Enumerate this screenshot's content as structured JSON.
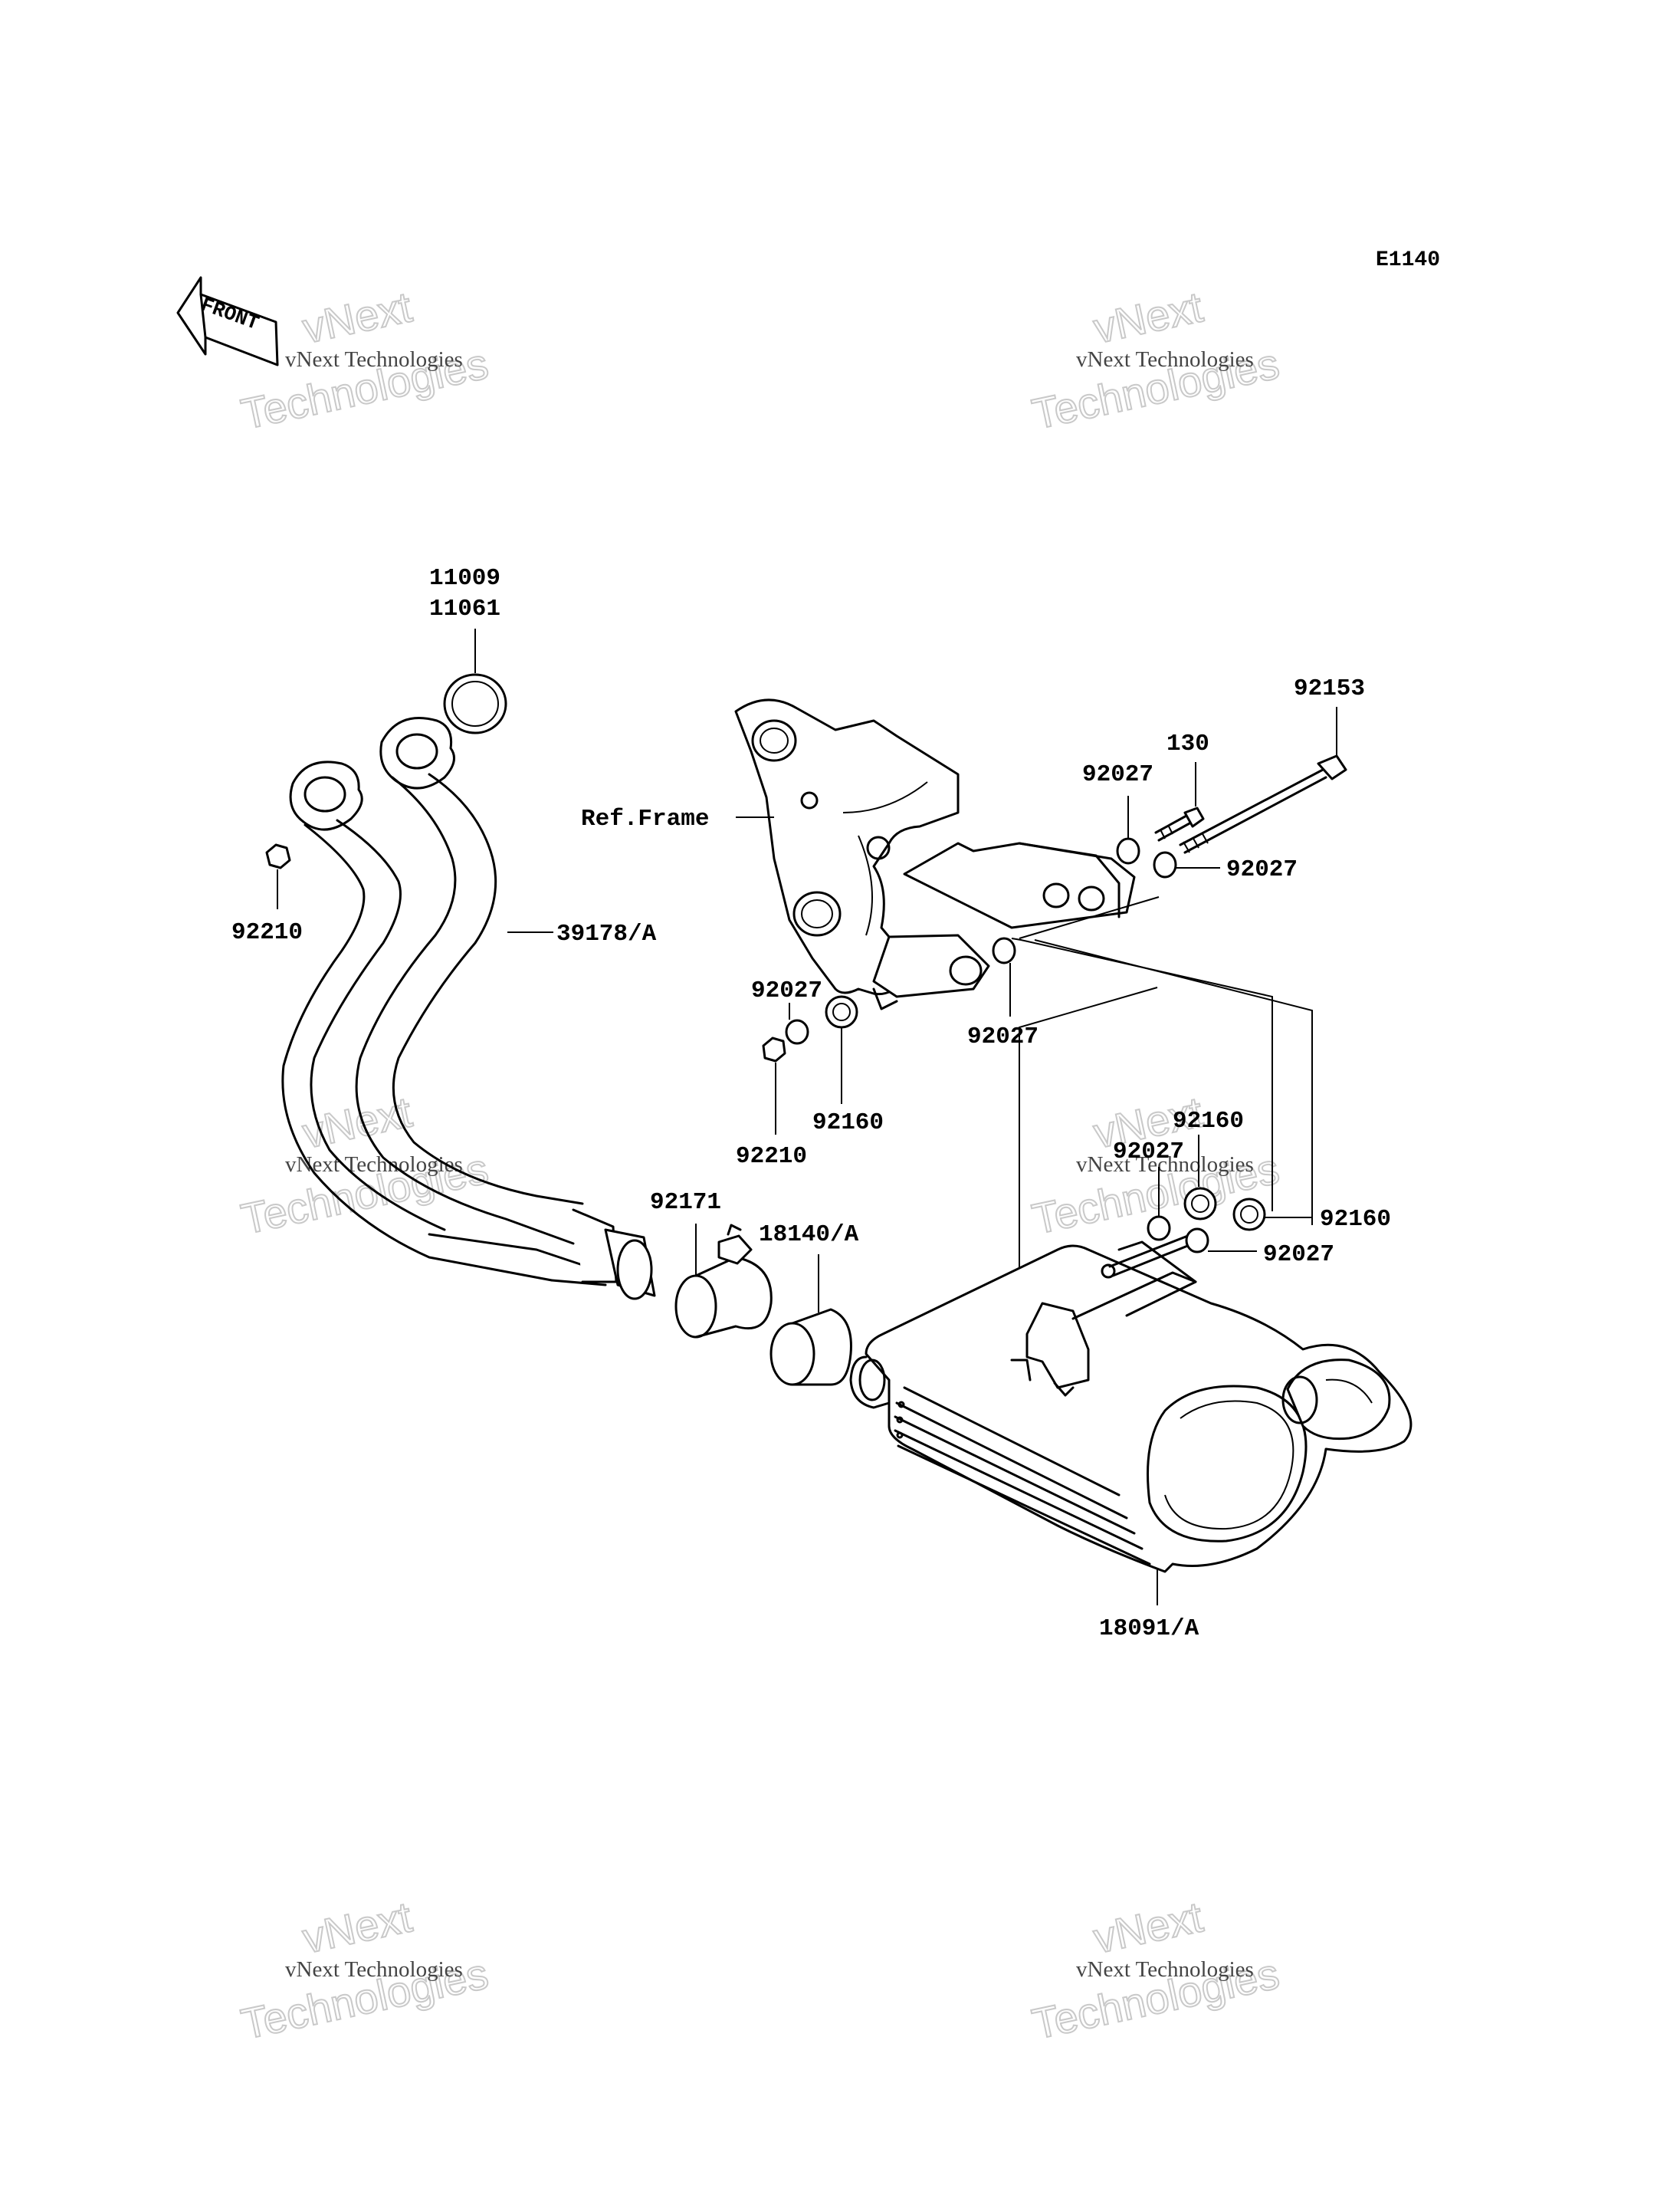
{
  "diagram_code": "E1140",
  "front_label": "FRONT",
  "watermark": {
    "line1": "vNext",
    "line2": "Technologies",
    "caption": "vNext Technologies"
  },
  "parts": {
    "p_11009": "11009",
    "p_11061": "11061",
    "p_92210_a": "92210",
    "p_39178": "39178/A",
    "p_ref_frame": "Ref.Frame",
    "p_92153": "92153",
    "p_130": "130",
    "p_92027_a": "92027",
    "p_92027_b": "92027",
    "p_92027_c": "92027",
    "p_92027_d": "92027",
    "p_92160_a": "92160",
    "p_92210_b": "92210",
    "p_92171": "92171",
    "p_18140": "18140/A",
    "p_92160_b": "92160",
    "p_92027_e": "92027",
    "p_92160_c": "92160",
    "p_92027_f": "92027",
    "p_18091": "18091/A"
  }
}
